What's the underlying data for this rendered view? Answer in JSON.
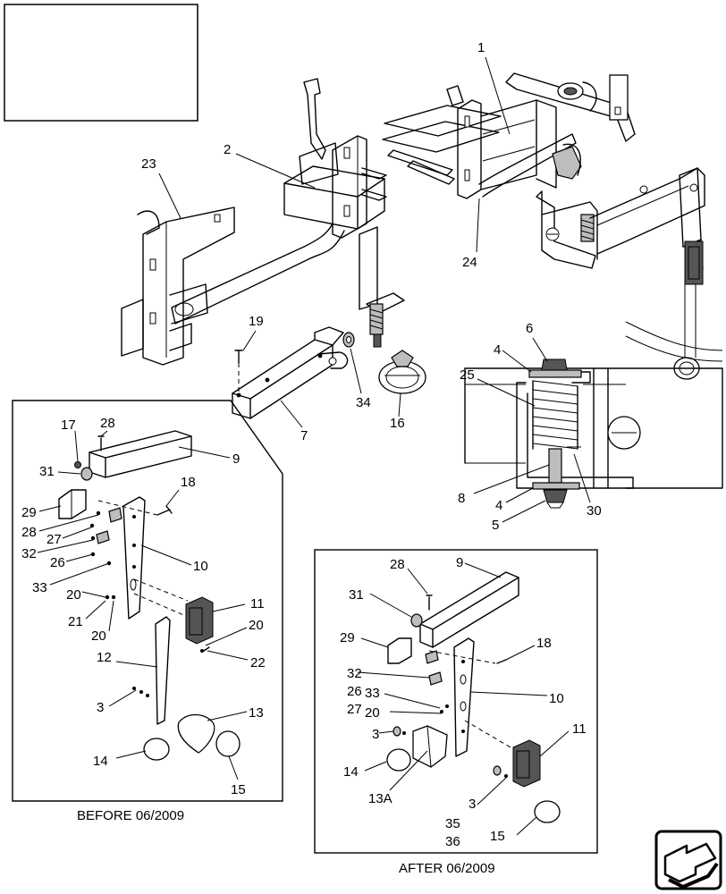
{
  "callouts": {
    "c1": "1",
    "c2": "2",
    "c23": "23",
    "c24": "24",
    "c19": "19",
    "c34": "34",
    "c7": "7",
    "c16": "16",
    "c6": "6",
    "c4a": "4",
    "c25": "25",
    "c8": "8",
    "c4b": "4",
    "c5": "5",
    "c30": "30",
    "b17": "17",
    "b28a": "28",
    "b9": "9",
    "b31": "31",
    "b18": "18",
    "b29": "29",
    "b28b": "28",
    "b27": "27",
    "b32": "32",
    "b26": "26",
    "b10": "10",
    "b33": "33",
    "b20a": "20",
    "b11": "11",
    "b21": "21",
    "b20b": "20",
    "b20c": "20",
    "b22": "22",
    "b12": "12",
    "b3": "3",
    "b13": "13",
    "b14": "14",
    "b15": "15",
    "a28": "28",
    "a9": "9",
    "a31": "31",
    "a29": "29",
    "a18": "18",
    "a32": "32",
    "a26": "26",
    "a27": "27",
    "a33": "33",
    "a10": "10",
    "a20": "20",
    "a3a": "3",
    "a11": "11",
    "a14": "14",
    "a13A": "13A",
    "a3b": "3",
    "a35": "35",
    "a36": "36",
    "a15": "15"
  },
  "captions": {
    "before": "BEFORE 06/2009",
    "after": "AFTER 06/2009"
  },
  "icons": {
    "nav": "next-page-arrow-icon"
  }
}
